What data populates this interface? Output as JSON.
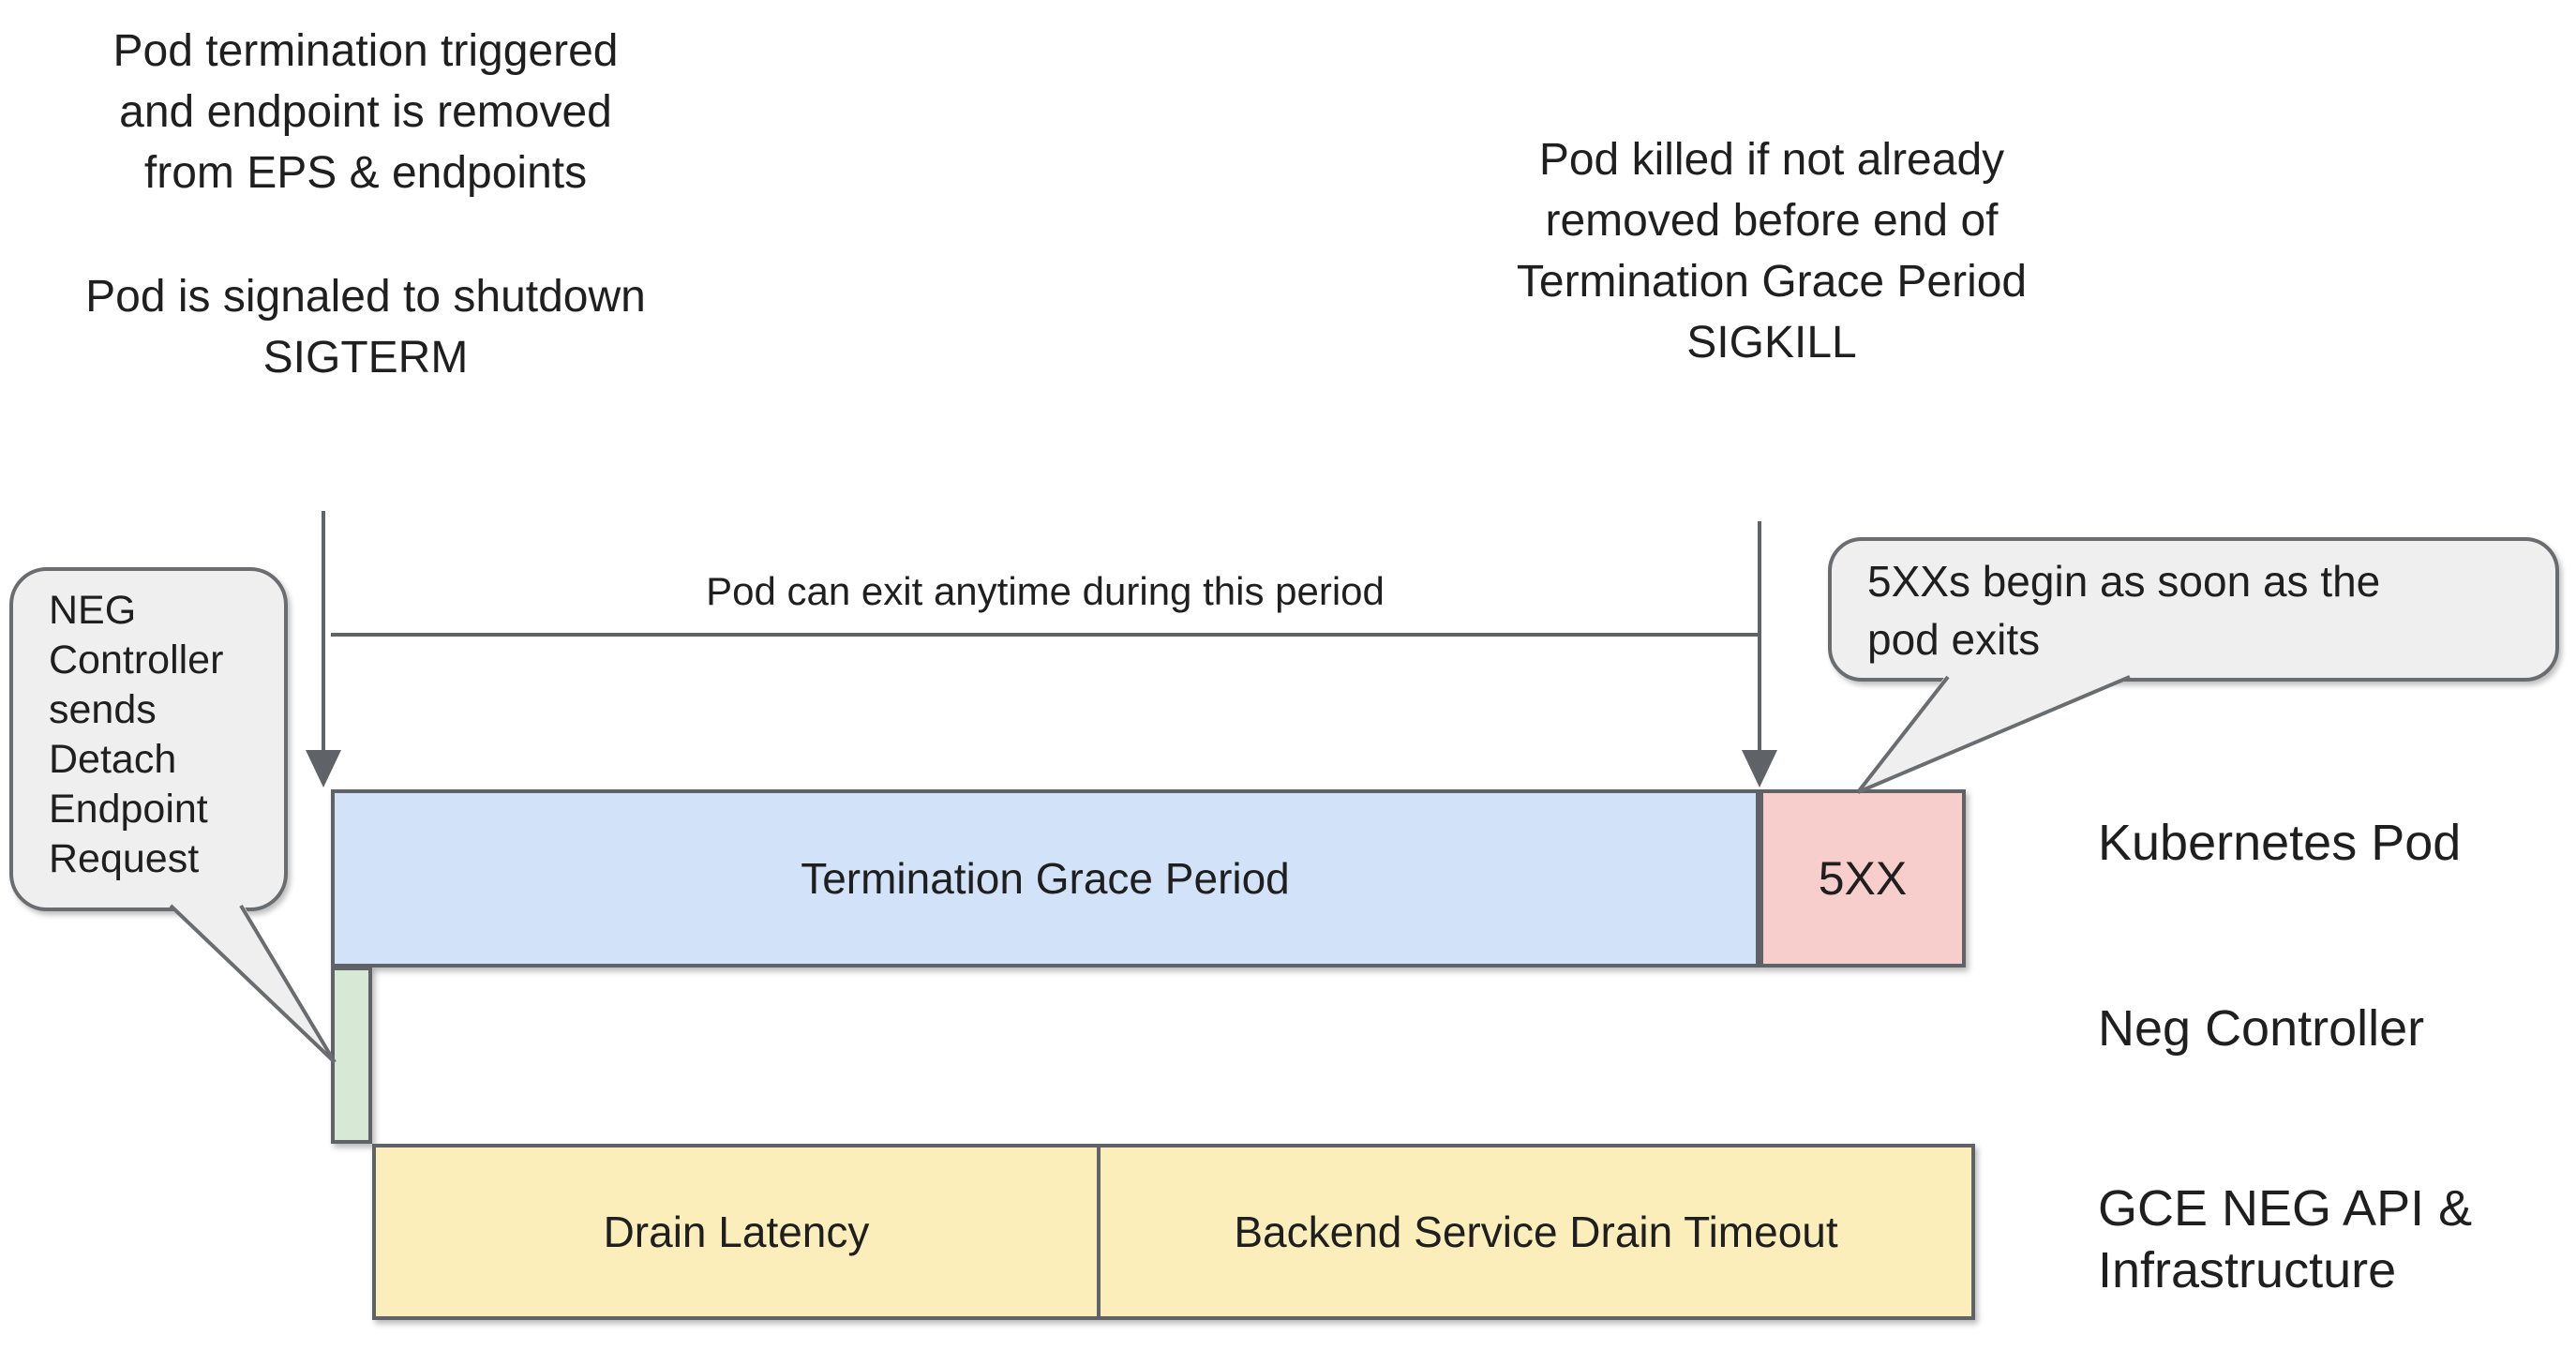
{
  "notes": {
    "pod_termination": {
      "lines": [
        "Pod termination triggered",
        "and endpoint is removed",
        "from EPS & endpoints"
      ]
    },
    "pod_signaled": {
      "lines": [
        "Pod is signaled to shutdown",
        "SIGTERM"
      ]
    },
    "pod_killed": {
      "lines": [
        "Pod killed if not already",
        "removed before end of",
        "Termination Grace Period",
        "SIGKILL"
      ]
    },
    "exit_period_label": "Pod can exit anytime during this period"
  },
  "bubbles": {
    "neg_controller": {
      "lines": [
        "NEG",
        "Controller",
        "sends",
        "Detach",
        "Endpoint",
        "Request"
      ]
    },
    "fivexx": {
      "lines": [
        "5XXs begin as soon as the",
        "pod exits"
      ]
    }
  },
  "timeline": {
    "kubernetes_pod_row": {
      "grace_label": "Termination Grace Period",
      "error_label": "5XX"
    },
    "gce_row": {
      "drain_latency_label": "Drain Latency",
      "drain_timeout_label": "Backend Service Drain Timeout"
    }
  },
  "row_labels": {
    "kubernetes_pod": "Kubernetes Pod",
    "neg_controller": "Neg Controller",
    "gce_line1": "GCE NEG API &",
    "gce_line2": "Infrastructure"
  },
  "colors": {
    "bar_blue": "#d2e2f9",
    "bar_pink": "#f7cecb",
    "bar_green": "#d7e9d5",
    "bar_yellow": "#fbeeba",
    "bubble_gray": "#efefef",
    "stroke_gray": "#5f6368",
    "text_dark": "#1f1f1f"
  }
}
